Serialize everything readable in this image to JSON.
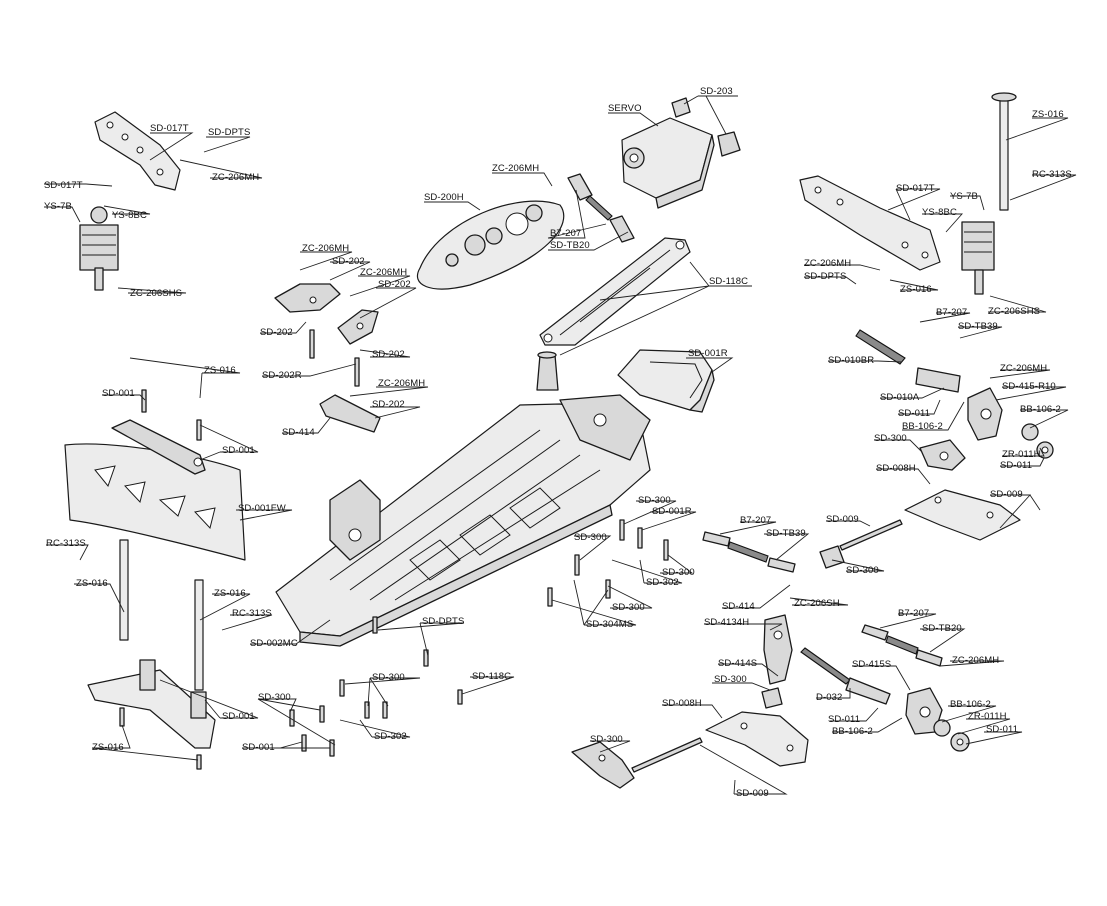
{
  "labels": [
    {
      "id": "servo",
      "text": "SERVO"
    },
    {
      "id": "sd203",
      "text": "SD-203"
    },
    {
      "id": "zc206mh-servo",
      "text": "ZC-206MH"
    },
    {
      "id": "sd200h",
      "text": "SD-200H"
    },
    {
      "id": "b7207-top",
      "text": "B7-207"
    },
    {
      "id": "sdtb20-top",
      "text": "SD-TB20"
    },
    {
      "id": "sd118c-top",
      "text": "SD-118C"
    },
    {
      "id": "sd001r-top",
      "text": "SD-001R"
    },
    {
      "id": "sd017t-left",
      "text": "SD-017T"
    },
    {
      "id": "sddpts-left",
      "text": "SD-DPTS"
    },
    {
      "id": "sd017t-left2",
      "text": "SD-017T"
    },
    {
      "id": "zc206mh-left",
      "text": "ZC-206MH"
    },
    {
      "id": "ys7b-left",
      "text": "YS-7B"
    },
    {
      "id": "ys8bc-left",
      "text": "YS-8BC"
    },
    {
      "id": "zc206shs-left",
      "text": "ZC-206SHS"
    },
    {
      "id": "zc206mh-mid1",
      "text": "ZC-206MH"
    },
    {
      "id": "sd202-a",
      "text": "SD-202"
    },
    {
      "id": "zc206mh-mid2",
      "text": "ZC-206MH"
    },
    {
      "id": "sd202-b",
      "text": "SD-202"
    },
    {
      "id": "sd202-c",
      "text": "SD-202"
    },
    {
      "id": "sd202-d",
      "text": "SD-202"
    },
    {
      "id": "sd202r",
      "text": "SD-202R"
    },
    {
      "id": "zc206mh-mid3",
      "text": "ZC-206MH"
    },
    {
      "id": "sd414-mid",
      "text": "SD-414"
    },
    {
      "id": "sd202-e",
      "text": "SD-202"
    },
    {
      "id": "zs016-bumper",
      "text": "ZS-016"
    },
    {
      "id": "sd001-bumper-a",
      "text": "SD-001"
    },
    {
      "id": "sd001-bumper-b",
      "text": "SD-001"
    },
    {
      "id": "sd001fw",
      "text": "SD-001FW"
    },
    {
      "id": "rc313s-left",
      "text": "RC-313S"
    },
    {
      "id": "zs016-left",
      "text": "ZS-016"
    },
    {
      "id": "zs016-left2",
      "text": "ZS-016"
    },
    {
      "id": "rc313s-left2",
      "text": "RC-313S"
    },
    {
      "id": "sd002mc",
      "text": "SD-002MC"
    },
    {
      "id": "sd001-plate",
      "text": "SD-001"
    },
    {
      "id": "zs016-plate",
      "text": "ZS-016"
    },
    {
      "id": "sd300-bl",
      "text": "SD-300"
    },
    {
      "id": "sd001-bl",
      "text": "SD-001"
    },
    {
      "id": "sd300-bm",
      "text": "SD-300"
    },
    {
      "id": "sd302-bm",
      "text": "SD-302"
    },
    {
      "id": "sddpts-mid",
      "text": "SD-DPTS"
    },
    {
      "id": "sd118c-bottom",
      "text": "SD-118C"
    },
    {
      "id": "sd300-c1",
      "text": "SD-300"
    },
    {
      "id": "sd001r-c",
      "text": "SD-001R"
    },
    {
      "id": "sd300-c2",
      "text": "SD-300"
    },
    {
      "id": "sd302-c",
      "text": "SD-302"
    },
    {
      "id": "sd300-c3",
      "text": "SD-300"
    },
    {
      "id": "sd300-c4",
      "text": "SD-300"
    },
    {
      "id": "sd304ms",
      "text": "SD-304MS"
    },
    {
      "id": "zs016-right-top",
      "text": "ZS-016"
    },
    {
      "id": "rc313s-right",
      "text": "RC-313S"
    },
    {
      "id": "sd017t-right",
      "text": "SD-017T"
    },
    {
      "id": "ys7b-right",
      "text": "YS-7B"
    },
    {
      "id": "ys8bc-right",
      "text": "YS-8BC"
    },
    {
      "id": "zc206mh-right",
      "text": "ZC-206MH"
    },
    {
      "id": "sddpts-right",
      "text": "SD-DPTS"
    },
    {
      "id": "zs016-right",
      "text": "ZS-016"
    },
    {
      "id": "zc206shs-right",
      "text": "ZC-206SHS"
    },
    {
      "id": "b7207-r",
      "text": "B7-207"
    },
    {
      "id": "sdtb39-r",
      "text": "SD-TB39"
    },
    {
      "id": "sd010br",
      "text": "SD-010BR"
    },
    {
      "id": "zc206mh-r2",
      "text": "ZC-206MH"
    },
    {
      "id": "sd415r10",
      "text": "SD-415-R10"
    },
    {
      "id": "sd010a",
      "text": "SD-010A"
    },
    {
      "id": "sd011-r",
      "text": "SD-011"
    },
    {
      "id": "bb1062-r",
      "text": "BB-106-2"
    },
    {
      "id": "bb1062-r2",
      "text": "BB-106-2"
    },
    {
      "id": "sd300-r",
      "text": "SD-300"
    },
    {
      "id": "zr011h-r",
      "text": "ZR-011H"
    },
    {
      "id": "sd011-r2",
      "text": "SD-011"
    },
    {
      "id": "sd008h-r",
      "text": "SD-008H"
    },
    {
      "id": "sd009-r",
      "text": "SD-009"
    },
    {
      "id": "sd009-r2",
      "text": "SD-009"
    },
    {
      "id": "sd300-r2",
      "text": "SD-300"
    },
    {
      "id": "b7207-m",
      "text": "B7-207"
    },
    {
      "id": "sdtb39-m",
      "text": "SD-TB39"
    },
    {
      "id": "sd414-m",
      "text": "SD-414"
    },
    {
      "id": "zc206sh-m",
      "text": "ZC-206SH"
    },
    {
      "id": "sd4134h",
      "text": "SD-4134H"
    },
    {
      "id": "b7207-br",
      "text": "B7-207"
    },
    {
      "id": "sdtb20-br",
      "text": "SD-TB20"
    },
    {
      "id": "zc206mh-br",
      "text": "ZC-206MH"
    },
    {
      "id": "sd414s",
      "text": "SD-414S"
    },
    {
      "id": "sd300-m",
      "text": "SD-300"
    },
    {
      "id": "sd415s",
      "text": "SD-415S"
    },
    {
      "id": "d032",
      "text": "D-032"
    },
    {
      "id": "sd008h-m",
      "text": "SD-008H"
    },
    {
      "id": "bb1062-br",
      "text": "BB-106-2"
    },
    {
      "id": "sd011-br",
      "text": "SD-011"
    },
    {
      "id": "zr011h-br",
      "text": "ZR-011H"
    },
    {
      "id": "bb1062-br2",
      "text": "BB-106-2"
    },
    {
      "id": "sd011-br2",
      "text": "SD-011"
    },
    {
      "id": "sd300-bb",
      "text": "SD-300"
    },
    {
      "id": "sd009-bb",
      "text": "SD-009"
    }
  ]
}
